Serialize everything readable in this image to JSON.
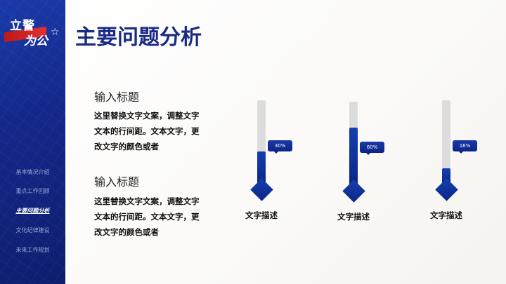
{
  "logo": {
    "line1": "立警",
    "line2": "为公"
  },
  "sidebar": {
    "items": [
      {
        "label": "基本情况介绍",
        "active": false
      },
      {
        "label": "重点工作回顾",
        "active": false
      },
      {
        "label": "主要问题分析",
        "active": true
      },
      {
        "label": "文化纪律建设",
        "active": false
      },
      {
        "label": "未来工作规划",
        "active": false
      }
    ]
  },
  "title": "主要问题分析",
  "sections": [
    {
      "heading": "输入标题",
      "lines": [
        "这里替换文字文案，调整文字",
        "文本的行间距。文本文字，更",
        "改文字的颜色或者"
      ]
    },
    {
      "heading": "输入标题",
      "lines": [
        "这里替换文字文案，调整文字",
        "文本的行间距。文本文字，更",
        "改文字的颜色或者"
      ]
    }
  ],
  "chart_data": {
    "type": "bar",
    "categories": [
      "文字描述",
      "文字描述",
      "文字描述"
    ],
    "values": [
      30,
      60,
      16
    ],
    "value_labels": [
      "30%",
      "60%",
      "16%"
    ],
    "ylim": [
      0,
      100
    ]
  },
  "colors": {
    "primary": "#1a2b86",
    "track": "#dcdcdc"
  }
}
